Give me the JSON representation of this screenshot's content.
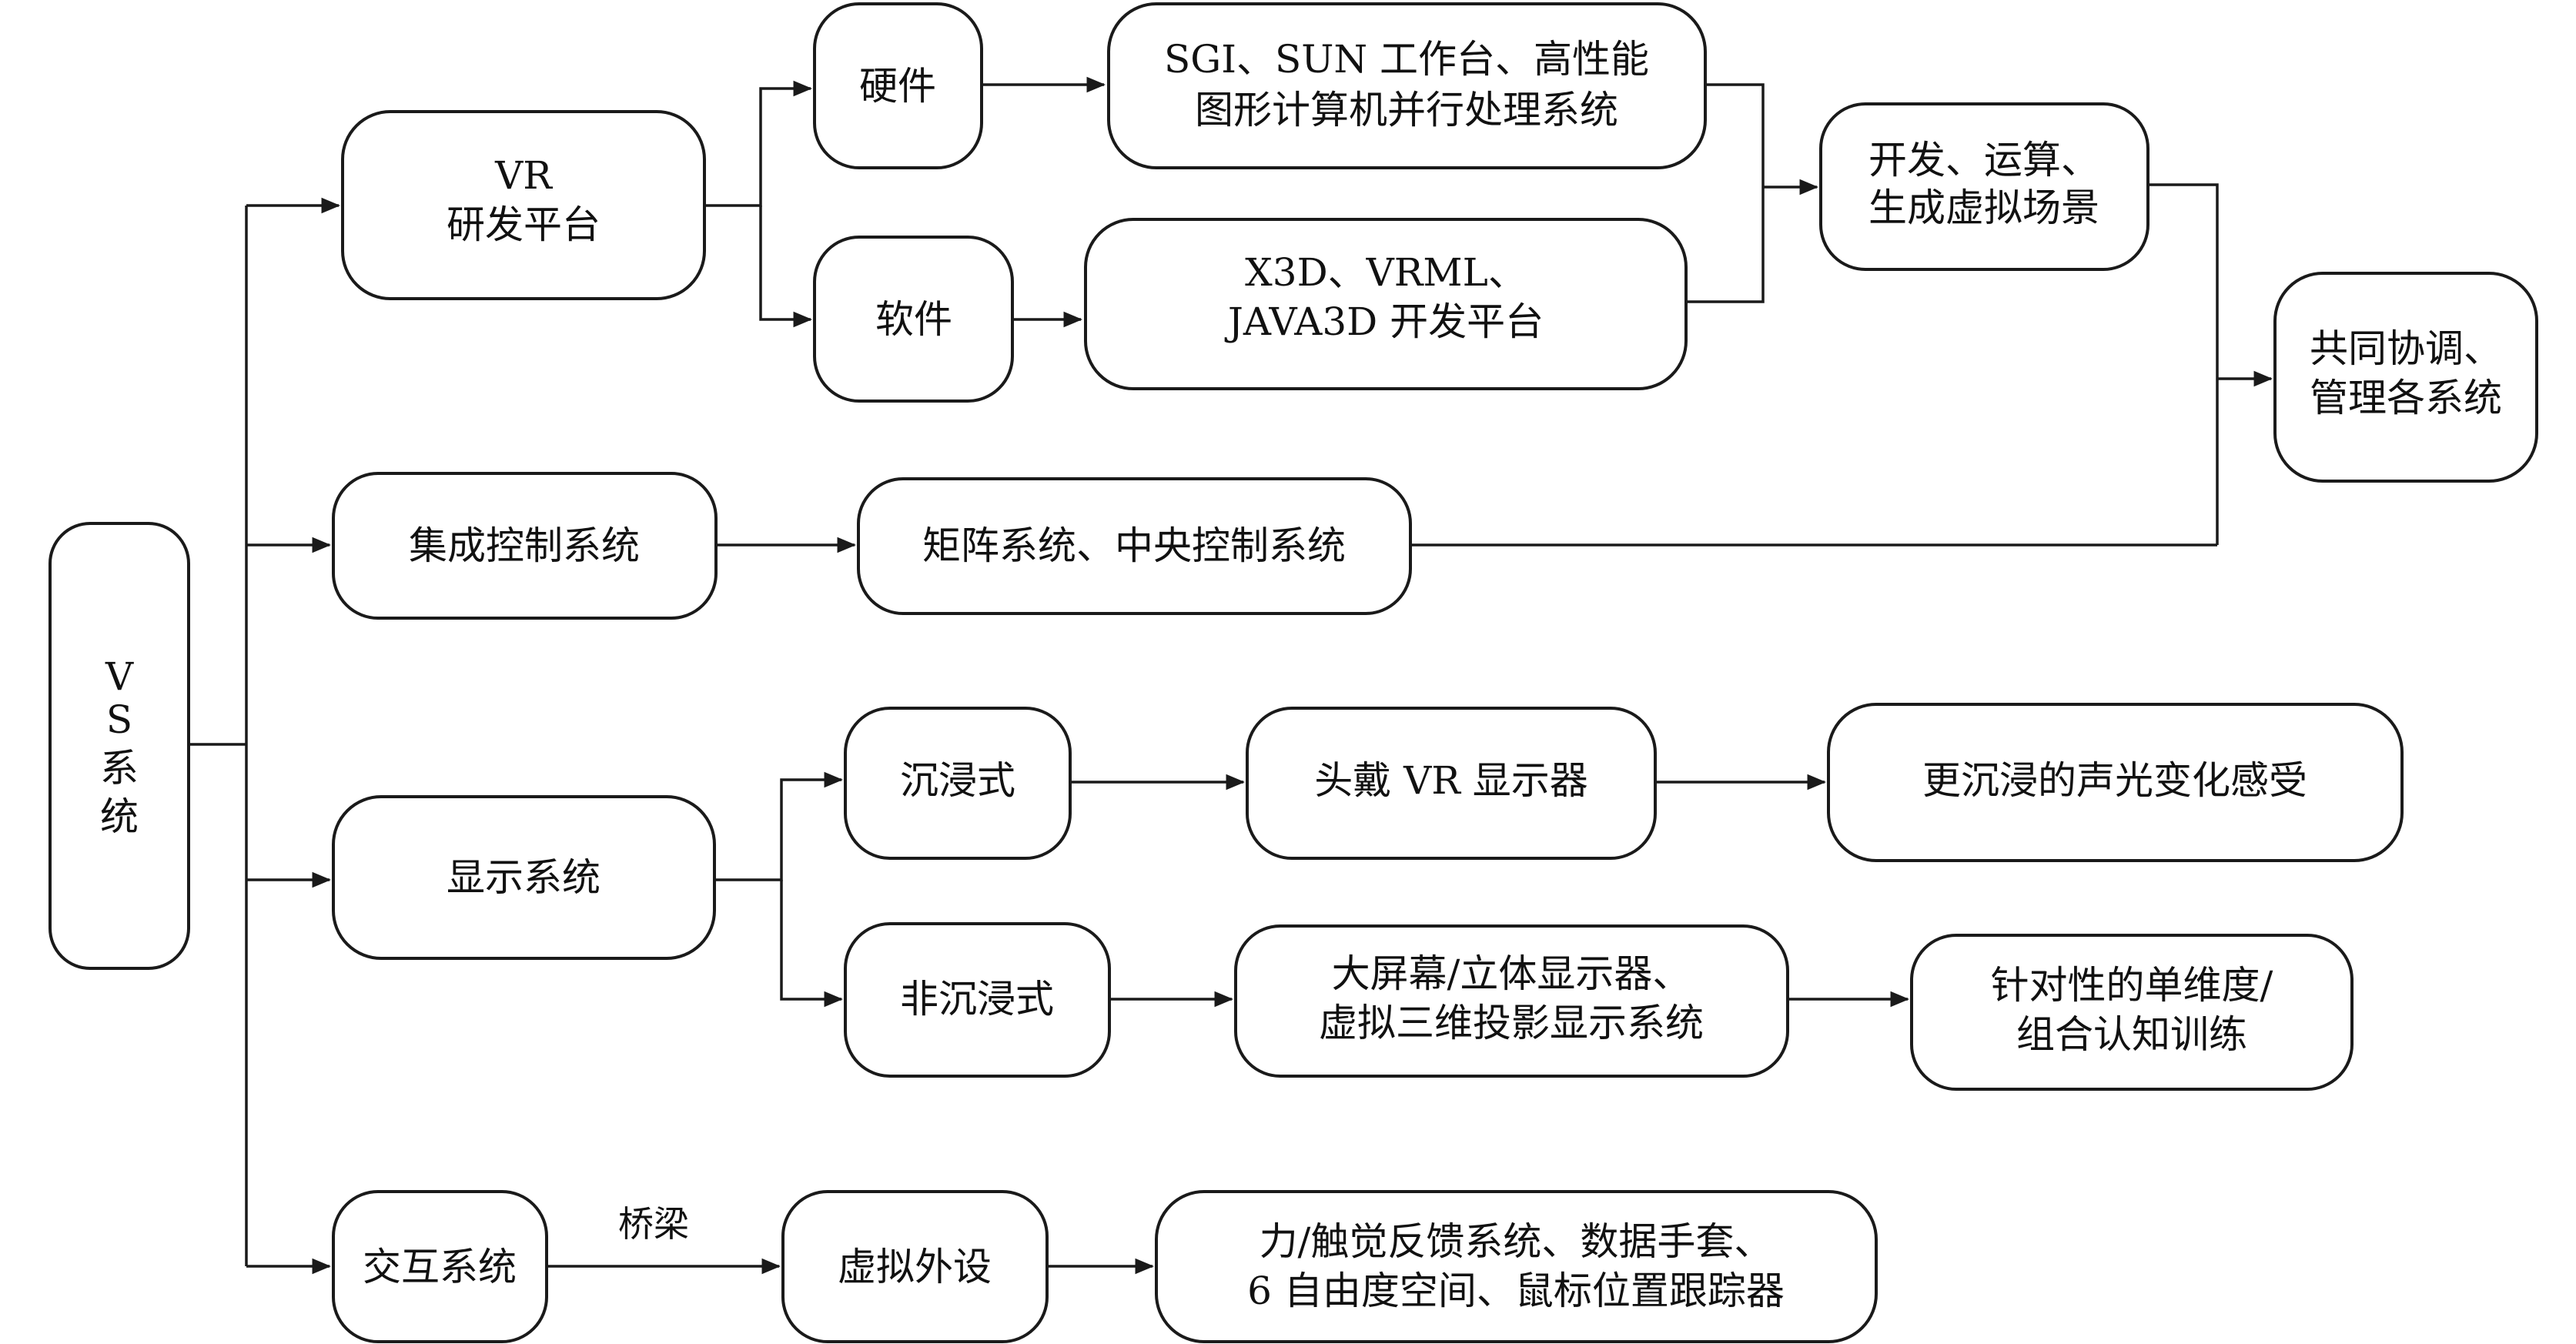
{
  "nodes": {
    "vs": [
      "V",
      "S",
      "系",
      "统"
    ],
    "vr_platform": [
      "VR",
      "研发平台"
    ],
    "hardware": [
      "硬件"
    ],
    "sgi_sun": [
      "SGI、SUN 工作台、高性能",
      "图形计算机并行处理系统"
    ],
    "software": [
      "软件"
    ],
    "x3d": [
      "X3D、VRML、",
      "JAVA3D 开发平台"
    ],
    "develop": [
      "开发、运算、",
      "生成虚拟场景"
    ],
    "coordinate": [
      "共同协调、",
      "管理各系统"
    ],
    "integrated_control": [
      "集成控制系统"
    ],
    "matrix": [
      "矩阵系统、中央控制系统"
    ],
    "display_system": [
      "显示系统"
    ],
    "immersive": [
      "沉浸式"
    ],
    "hmd": [
      "头戴 VR 显示器"
    ],
    "immersive_feel": [
      "更沉浸的声光变化感受"
    ],
    "non_immersive": [
      "非沉浸式"
    ],
    "big_screen": [
      "大屏幕/立体显示器、",
      "虚拟三维投影显示系统"
    ],
    "targeted": [
      "针对性的单维度/",
      "组合认知训练"
    ],
    "interaction": [
      "交互系统"
    ],
    "virtual_peripheral": [
      "虚拟外设"
    ],
    "force_feedback": [
      "力/触觉反馈系统、数据手套、",
      "6 自由度空间、鼠标位置跟踪器"
    ]
  },
  "edge_labels": {
    "bridge": "桥梁"
  }
}
